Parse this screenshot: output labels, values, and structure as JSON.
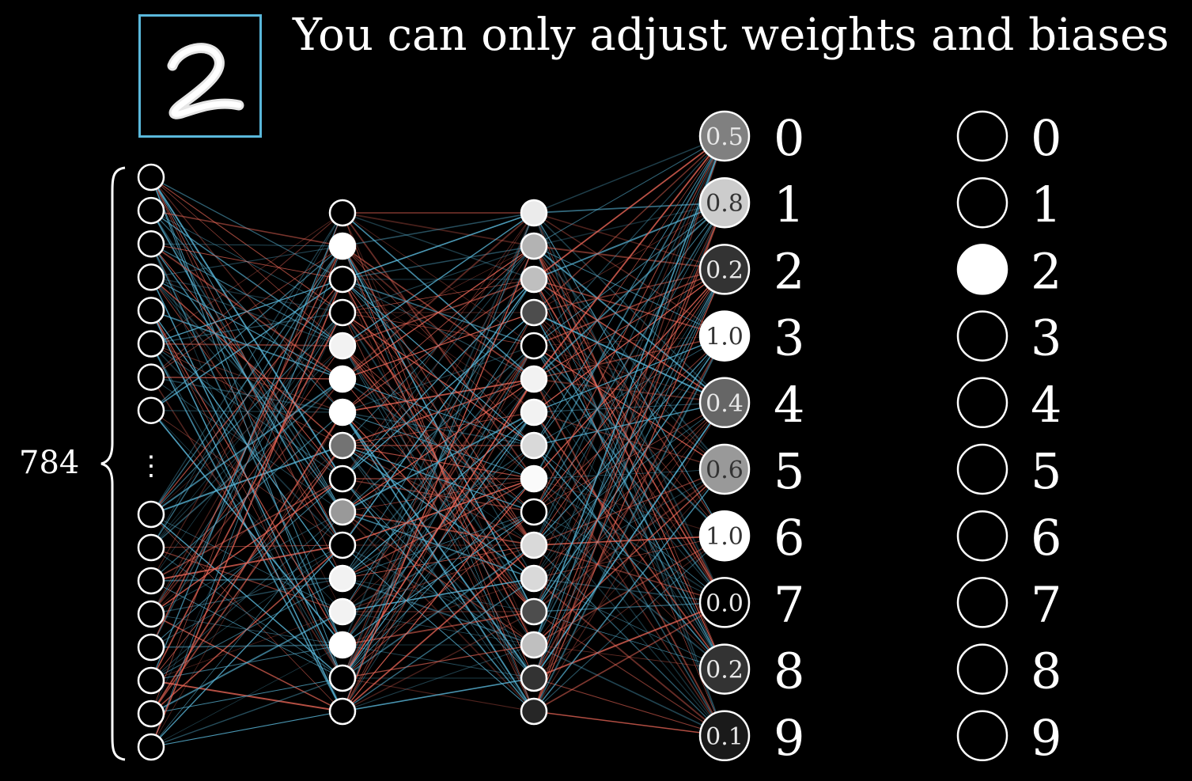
{
  "title": "You can only adjust weights and biases",
  "input_image": {
    "digit": "2",
    "border_color": "#5ab8db"
  },
  "input_layer": {
    "count_label": "784",
    "ellipsis": "⋮"
  },
  "hidden_layer_1": {
    "activations": [
      0.0,
      1.0,
      0.0,
      0.0,
      0.95,
      1.0,
      1.0,
      0.45,
      0.0,
      0.6,
      0.0,
      0.95,
      0.95,
      1.0,
      0.0,
      0.0
    ]
  },
  "hidden_layer_2": {
    "activations": [
      0.92,
      0.7,
      0.75,
      0.3,
      0.0,
      0.95,
      0.95,
      0.85,
      0.98,
      0.0,
      0.85,
      0.85,
      0.3,
      0.75,
      0.2,
      0.15
    ]
  },
  "output_layer": {
    "labels": [
      "0",
      "1",
      "2",
      "3",
      "4",
      "5",
      "6",
      "7",
      "8",
      "9"
    ],
    "values": [
      0.5,
      0.8,
      0.2,
      1.0,
      0.4,
      0.6,
      1.0,
      0.0,
      0.2,
      0.1
    ],
    "value_labels": [
      "0.5",
      "0.8",
      "0.2",
      "1.0",
      "0.4",
      "0.6",
      "1.0",
      "0.0",
      "0.2",
      "0.1"
    ]
  },
  "target_output": {
    "labels": [
      "0",
      "1",
      "2",
      "3",
      "4",
      "5",
      "6",
      "7",
      "8",
      "9"
    ],
    "values": [
      0,
      0,
      1,
      0,
      0,
      0,
      0,
      0,
      0,
      0
    ]
  },
  "colors": {
    "positive_weight": "#5ab8db",
    "negative_weight": "#f26a5a",
    "node_stroke": "#ffffff",
    "background": "#000000"
  }
}
